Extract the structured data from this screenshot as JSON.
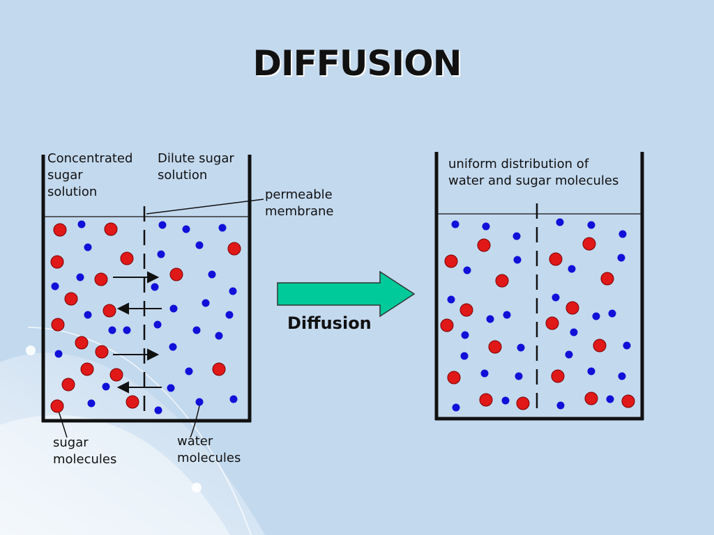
{
  "title": "DIFFUSION",
  "colors": {
    "sugar_molecule": "#e01818",
    "water_molecule": "#1010d8",
    "arrow_fill": "#00c99a",
    "background": "#c3d9ee"
  },
  "left_beaker": {
    "label_concentrated": [
      "Concentrated",
      "sugar",
      "solution"
    ],
    "label_dilute": [
      "Dilute sugar",
      "solution"
    ],
    "label_membrane": [
      "permeable",
      "membrane"
    ],
    "label_sugar": [
      "sugar",
      "molecules"
    ],
    "label_water": [
      "water",
      "molecules"
    ]
  },
  "center_arrow": {
    "label": "Diffusion"
  },
  "right_beaker": {
    "label": [
      "uniform distribution of",
      "water and sugar molecules"
    ]
  }
}
